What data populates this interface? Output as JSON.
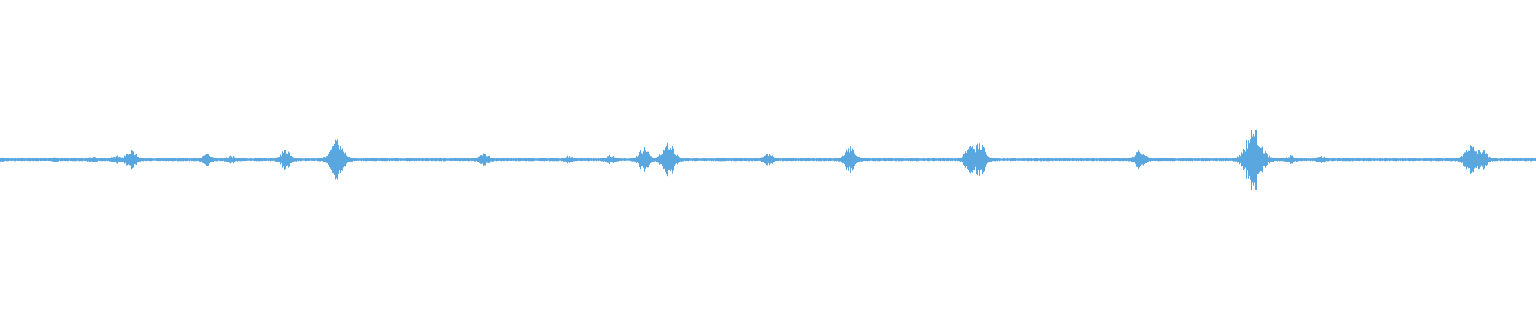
{
  "waveform": {
    "color": "#5aa7e0",
    "background": "#ffffff",
    "duration_fraction_positions_note": "",
    "bursts": [
      {
        "t": 0.0,
        "amp": 0.003
      },
      {
        "t": 0.035,
        "amp": 0.004
      },
      {
        "t": 0.06,
        "amp": 0.006
      },
      {
        "t": 0.075,
        "amp": 0.01
      },
      {
        "t": 0.085,
        "amp": 0.032
      },
      {
        "t": 0.135,
        "amp": 0.018
      },
      {
        "t": 0.15,
        "amp": 0.01
      },
      {
        "t": 0.186,
        "amp": 0.035
      },
      {
        "t": 0.219,
        "amp": 0.07
      },
      {
        "t": 0.315,
        "amp": 0.018
      },
      {
        "t": 0.37,
        "amp": 0.01
      },
      {
        "t": 0.397,
        "amp": 0.012
      },
      {
        "t": 0.419,
        "amp": 0.04
      },
      {
        "t": 0.435,
        "amp": 0.058
      },
      {
        "t": 0.5,
        "amp": 0.018
      },
      {
        "t": 0.553,
        "amp": 0.045
      },
      {
        "t": 0.63,
        "amp": 0.008
      },
      {
        "t": 0.631,
        "amp": 0.035
      },
      {
        "t": 0.638,
        "amp": 0.055
      },
      {
        "t": 0.742,
        "amp": 0.032
      },
      {
        "t": 0.816,
        "amp": 0.11
      },
      {
        "t": 0.84,
        "amp": 0.01
      },
      {
        "t": 0.86,
        "amp": 0.008
      },
      {
        "t": 0.957,
        "amp": 0.05
      },
      {
        "t": 0.965,
        "amp": 0.03
      }
    ]
  }
}
